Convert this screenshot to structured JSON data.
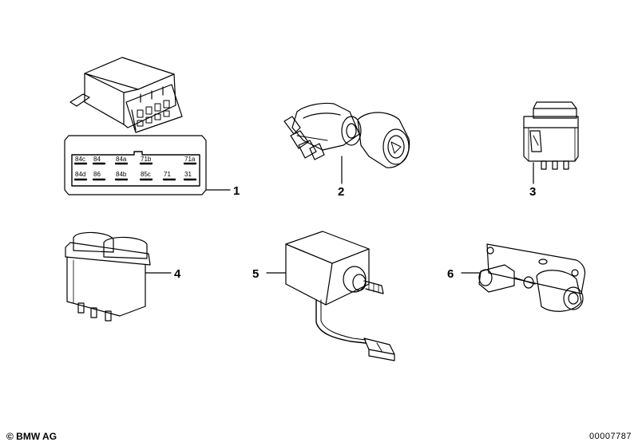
{
  "callouts": [
    "1",
    "2",
    "3",
    "4",
    "5",
    "6"
  ],
  "connector_pins": {
    "row1": [
      "84c",
      "84",
      "84a",
      "71b",
      "71a"
    ],
    "row2": [
      "84d",
      "86",
      "84b",
      "85c",
      "71",
      "31"
    ]
  },
  "footer": {
    "copyright": "© BMW AG",
    "doc_number": "00007787"
  }
}
